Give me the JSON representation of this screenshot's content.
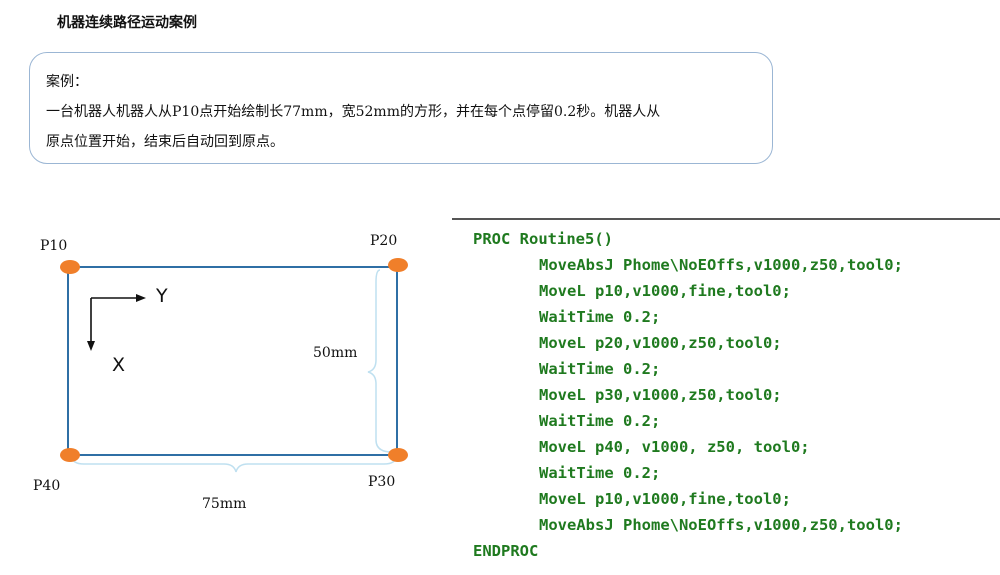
{
  "title": "机器连续路径运动案例",
  "case": {
    "heading": "案例：",
    "line1": "一台机器人机器人从P10点开始绘制长77mm，宽52mm的方形，并在每个点停留0.2秒。机器人从",
    "line2": "原点位置开始，结束后自动回到原点。"
  },
  "diagram": {
    "points": {
      "p10": "P10",
      "p20": "P20",
      "p30": "P30",
      "p40": "P40"
    },
    "axis_y": "Y",
    "axis_x": "X",
    "height_label": "50mm",
    "width_label": "75mm",
    "colors": {
      "border": "#2f6fa5",
      "point": "#f07f2a",
      "brace": "#bfe0f0"
    }
  },
  "code": {
    "lines": [
      "PROC Routine5()",
      "MoveAbsJ Phome\\NoEOffs,v1000,z50,tool0;",
      "MoveL p10,v1000,fine,tool0;",
      "WaitTime 0.2;",
      "MoveL p20,v1000,z50,tool0;",
      "WaitTime 0.2;",
      "MoveL p30,v1000,z50,tool0;",
      "WaitTime 0.2;",
      "MoveL p40, v1000, z50, tool0;",
      "WaitTime 0.2;",
      "MoveL p10,v1000,fine,tool0;",
      "MoveAbsJ Phome\\NoEOffs,v1000,z50,tool0;",
      "ENDPROC"
    ],
    "color": "#1f7a1f"
  }
}
